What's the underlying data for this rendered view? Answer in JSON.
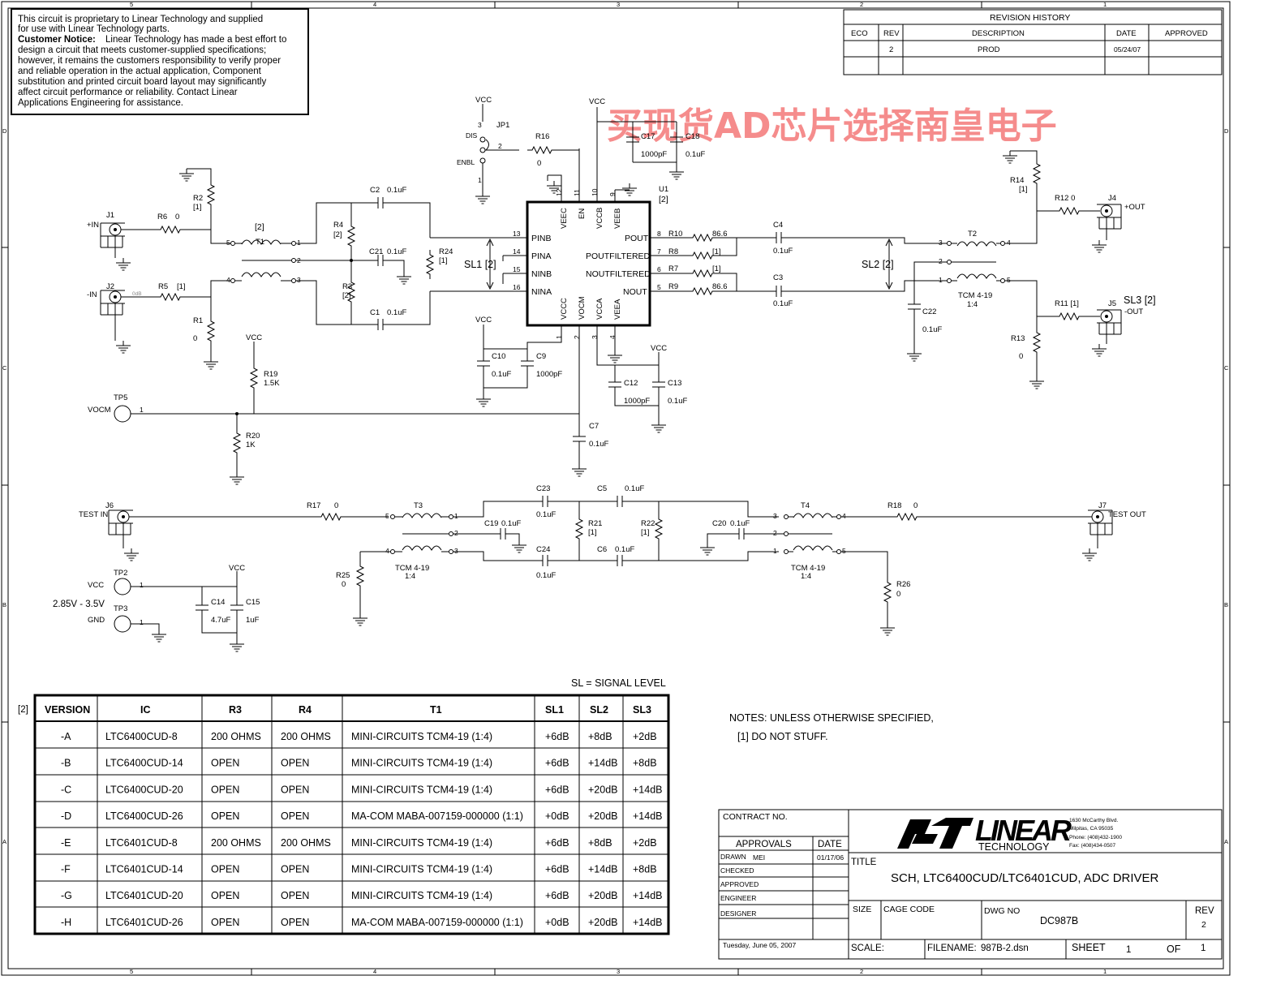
{
  "border": {
    "cols": [
      "5",
      "4",
      "3",
      "2",
      "1"
    ],
    "rows": [
      "D",
      "C",
      "B",
      "A"
    ]
  },
  "notice": {
    "line1": "This circuit is proprietary to Linear Technology and supplied",
    "line2": "for use with Linear Technology parts.",
    "label": "Customer Notice:",
    "line3": " Linear Technology has made a best effort to",
    "line4": "design a circuit that meets customer-supplied specifications;",
    "line5": "however, it remains the customers responsibility to verify proper",
    "line6": "and reliable operation in the actual application, Component",
    "line7": "substitution and printed circuit board layout may significantly",
    "line8": "affect circuit performance or reliability. Contact Linear",
    "line9": "Applications Engineering for assistance."
  },
  "revision": {
    "title": "REVISION HISTORY",
    "headers": [
      "ECO",
      "REV",
      "DESCRIPTION",
      "DATE",
      "APPROVED"
    ],
    "row": [
      "",
      "2",
      "PROD",
      "05/24/07",
      ""
    ]
  },
  "watermark": "买现货AD芯片选择南皇电子",
  "labels": {
    "vcc": "VCC",
    "dis": "DIS",
    "enbl": "ENBL",
    "jp1": "JP1",
    "r16": "R16",
    "r16v": "0",
    "c17": "C17",
    "c17v": "1000pF",
    "c18": "C18",
    "c18v": "0.1uF",
    "u1": "U1",
    "u1n": "[2]",
    "j1": "J1",
    "pin": "+IN",
    "j2": "J2",
    "nin": "-IN",
    "odb": "0dB",
    "r2": "R2",
    "r2n": "[1]",
    "r6": "R6",
    "r6v": "0",
    "r5": "R5",
    "r5n": "[1]",
    "r1": "R1",
    "r1v": "0",
    "t1": "T1",
    "t1n": "[2]",
    "c2": "C2",
    "c2v": "0.1uF",
    "c21": "C21",
    "c21v": "0.1uF",
    "c1": "C1",
    "c1v": "0.1uF",
    "r4": "R4",
    "r4n": "[2]",
    "r3": "R3",
    "r3n": "[2]",
    "r24": "R24",
    "r24n": "[1]",
    "sl1": "SL1 [2]",
    "pinb": "PINB",
    "pina": "PINA",
    "ninb": "NINB",
    "nina": "NINA",
    "pout": "POUT",
    "poutf": "POUTFILTERED",
    "noutf": "NOUTFILTERED",
    "nout": "NOUT",
    "veec": "VEEC",
    "en": "EN",
    "vccb": "VCCB",
    "veeb": "VEEB",
    "vccc": "VCCC",
    "vocm": "VOCM",
    "vcca": "VCCA",
    "veea": "VEEA",
    "p13": "13",
    "p14": "14",
    "p15": "15",
    "p16": "16",
    "p8": "8",
    "p7": "7",
    "p6": "6",
    "p5": "5",
    "p12": "12",
    "p11": "11",
    "p10": "10",
    "p9": "9",
    "p1": "1",
    "p2": "2",
    "p3": "3",
    "p4": "4",
    "r10": "R10",
    "r10v": "86.6",
    "r8": "R8",
    "r8n": "[1]",
    "r7": "R7",
    "r7n": "[1]",
    "r9": "R9",
    "r9v": "86.6",
    "c4": "C4",
    "c4v": "0.1uF",
    "c3": "C3",
    "c3v": "0.1uF",
    "sl2": "SL2 [2]",
    "t2": "T2",
    "tcm": "TCM 4-19",
    "ratio": "1:4",
    "r14": "R14",
    "r14n": "[1]",
    "r12": "R12 0",
    "j4": "J4",
    "pout_lbl": "+OUT",
    "c22": "C22",
    "c22v": "0.1uF",
    "r11": "R11 [1]",
    "j5": "J5",
    "sl3": "SL3 [2]",
    "nout_lbl": "-OUT",
    "r13": "R13",
    "r13v": "0",
    "c10": "C10",
    "c10v": "0.1uF",
    "c9": "C9",
    "c9v": "1000pF",
    "c12": "C12",
    "c12v": "1000pF",
    "c13": "C13",
    "c13v": "0.1uF",
    "r19": "R19",
    "r19v": "1.5K",
    "tp5": "TP5",
    "vocm_lbl": "VOCM",
    "one": "1",
    "r20": "R20",
    "r20v": "1K",
    "c7": "C7",
    "c7v": "0.1uF",
    "j6": "J6",
    "testin": "TEST IN",
    "r17": "R17",
    "r17v": "0",
    "t3": "T3",
    "c23": "C23",
    "c23v": "0.1uF",
    "c5": "C5",
    "c5v": "0.1uF",
    "c19": "C19",
    "c19v": "0.1uF",
    "r21": "R21",
    "r21n": "[1]",
    "r22": "R22",
    "r22n": "[1]",
    "c24": "C24",
    "c24v": "0.1uF",
    "c6": "C6",
    "c6v": "0.1uF",
    "c20": "C20",
    "c20v": "0.1uF",
    "t4": "T4",
    "r18": "R18",
    "r18v": "0",
    "j7": "J7",
    "testout": "TEST OUT",
    "r25": "R25",
    "r25v": "0",
    "r26": "R26",
    "r26v": "0",
    "tp2": "TP2",
    "tp3": "TP3",
    "gnd": "GND",
    "range": "2.85V - 3.5V",
    "c14": "C14",
    "c14v": "4.7uF",
    "c15": "C15",
    "c15v": "1uF",
    "slnote": "SL = SIGNAL LEVEL",
    "tblnote": "[2]"
  },
  "versions": {
    "headers": [
      "VERSION",
      "IC",
      "R3",
      "R4",
      "T1",
      "SL1",
      "SL2",
      "SL3"
    ],
    "rows": [
      [
        "-A",
        "LTC6400CUD-8",
        "200 OHMS",
        "200 OHMS",
        "MINI-CIRCUITS TCM4-19  (1:4)",
        "+6dB",
        "+8dB",
        "+2dB"
      ],
      [
        "-B",
        "LTC6400CUD-14",
        "OPEN",
        "OPEN",
        "MINI-CIRCUITS TCM4-19  (1:4)",
        "+6dB",
        "+14dB",
        "+8dB"
      ],
      [
        "-C",
        "LTC6400CUD-20",
        "OPEN",
        "OPEN",
        "MINI-CIRCUITS TCM4-19  (1:4)",
        "+6dB",
        "+20dB",
        "+14dB"
      ],
      [
        "-D",
        "LTC6400CUD-26",
        "OPEN",
        "OPEN",
        "MA-COM MABA-007159-000000      (1:1)",
        "+0dB",
        "+20dB",
        "+14dB"
      ],
      [
        "-E",
        "LTC6401CUD-8",
        "200 OHMS",
        "200 OHMS",
        "MINI-CIRCUITS TCM4-19  (1:4)",
        "+6dB",
        "+8dB",
        "+2dB"
      ],
      [
        "-F",
        "LTC6401CUD-14",
        "OPEN",
        "OPEN",
        "MINI-CIRCUITS TCM4-19  (1:4)",
        "+6dB",
        "+14dB",
        "+8dB"
      ],
      [
        "-G",
        "LTC6401CUD-20",
        "OPEN",
        "OPEN",
        "MINI-CIRCUITS TCM4-19  (1:4)",
        "+6dB",
        "+20dB",
        "+14dB"
      ],
      [
        "-H",
        "LTC6401CUD-26",
        "OPEN",
        "OPEN",
        "MA-COM MABA-007159-000000      (1:1)",
        "+0dB",
        "+20dB",
        "+14dB"
      ]
    ]
  },
  "notes": {
    "line1": "NOTES: UNLESS OTHERWISE SPECIFIED,",
    "line2": "[1]  DO NOT STUFF."
  },
  "titleblock": {
    "contract": "CONTRACT NO.",
    "approvals": "APPROVALS",
    "date": "DATE",
    "drawn": "DRAWN",
    "drawn_by": "MEI",
    "drawn_date": "01/17/06",
    "checked": "CHECKED",
    "approved": "APPROVED",
    "engineer": "ENGINEER",
    "designer": "DESIGNER",
    "printed": "Tuesday, June 05, 2007",
    "logo": "LINEAR",
    "logo_sub": "TECHNOLOGY",
    "addr1": "1630 McCarthy Blvd.",
    "addr2": "Milpitas, CA 95035",
    "phone": "Phone: (408)432-1900",
    "fax": "Fax: (408)434-0507",
    "title_lbl": "TITLE",
    "title": "SCH, LTC6400CUD/LTC6401CUD, ADC DRIVER",
    "size": "SIZE",
    "cage": "CAGE CODE",
    "dwg": "DWG NO",
    "dwg_no": "DC987B",
    "rev": "REV",
    "rev_no": "2",
    "scale": "SCALE:",
    "filename_lbl": "FILENAME:",
    "filename": "987B-2.dsn",
    "sheet": "SHEET",
    "sheet_no": "1",
    "of": "OF",
    "of_no": "1"
  }
}
